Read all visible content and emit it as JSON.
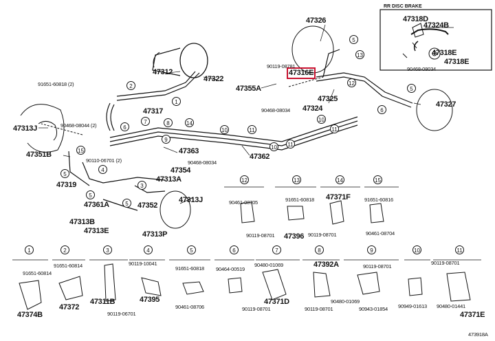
{
  "accent_color": "#c8102e",
  "inset_title": "RR DISC BRAKE",
  "catalog_code": "473918A",
  "highlighted_part": "47316E",
  "labels": [
    {
      "id": "p47326",
      "text": "47326",
      "style": "b"
    },
    {
      "id": "p47318d",
      "text": "47318D",
      "style": "b"
    },
    {
      "id": "p47324b",
      "text": "47324B",
      "style": "b"
    },
    {
      "id": "p47318e1",
      "text": "47318E",
      "style": "b"
    },
    {
      "id": "p47318e2",
      "text": "47318E",
      "style": "b"
    },
    {
      "id": "p90468_08034a",
      "text": "90468-08034",
      "style": "s"
    },
    {
      "id": "p47312",
      "text": "47312",
      "style": "b"
    },
    {
      "id": "p47322",
      "text": "47322",
      "style": "b"
    },
    {
      "id": "p90119_08781a",
      "text": "90119-08781",
      "style": "s"
    },
    {
      "id": "p47316e",
      "text": "47316E",
      "style": "b"
    },
    {
      "id": "p47355a",
      "text": "47355A",
      "style": "b"
    },
    {
      "id": "p47325",
      "text": "47325",
      "style": "b"
    },
    {
      "id": "p90468_08034b",
      "text": "90468-08034",
      "style": "s"
    },
    {
      "id": "p47324",
      "text": "47324",
      "style": "b"
    },
    {
      "id": "p47327",
      "text": "47327",
      "style": "b"
    },
    {
      "id": "p91651_60818a",
      "text": "91651-60818 (2)",
      "style": "s"
    },
    {
      "id": "p47317",
      "text": "47317",
      "style": "b"
    },
    {
      "id": "p47313j_l",
      "text": "47313J",
      "style": "b"
    },
    {
      "id": "p90468_08044",
      "text": "90468-08044 (2)",
      "style": "s"
    },
    {
      "id": "p47351b",
      "text": "47351B",
      "style": "b"
    },
    {
      "id": "p47363",
      "text": "47363",
      "style": "b"
    },
    {
      "id": "p90110_06701",
      "text": "90110-06701 (2)",
      "style": "s"
    },
    {
      "id": "p90468_08034c",
      "text": "90468-08034",
      "style": "s"
    },
    {
      "id": "p47354",
      "text": "47354",
      "style": "b"
    },
    {
      "id": "p47362",
      "text": "47362",
      "style": "b"
    },
    {
      "id": "p47319",
      "text": "47319",
      "style": "b"
    },
    {
      "id": "p47313a",
      "text": "47313A",
      "style": "b"
    },
    {
      "id": "p47361a",
      "text": "47361A",
      "style": "b"
    },
    {
      "id": "p47352",
      "text": "47352",
      "style": "b"
    },
    {
      "id": "p47313j_r",
      "text": "47313J",
      "style": "b"
    },
    {
      "id": "p47313b",
      "text": "47313B",
      "style": "b"
    },
    {
      "id": "p47313e",
      "text": "47313E",
      "style": "b"
    },
    {
      "id": "p47313p",
      "text": "47313P",
      "style": "b"
    },
    {
      "id": "p90461_08705",
      "text": "90461-08705",
      "style": "s"
    },
    {
      "id": "p90119_08701a",
      "text": "90119-08701",
      "style": "s"
    },
    {
      "id": "p91651_60818b",
      "text": "91651-60818",
      "style": "s"
    },
    {
      "id": "p47396",
      "text": "47396",
      "style": "b"
    },
    {
      "id": "p47371f",
      "text": "47371F",
      "style": "b"
    },
    {
      "id": "p90119_08701b",
      "text": "90119-08701",
      "style": "s"
    },
    {
      "id": "p91651_60816",
      "text": "91651-60816",
      "style": "s"
    },
    {
      "id": "p90461_08704",
      "text": "90461-08704",
      "style": "s"
    },
    {
      "id": "p91651_60814",
      "text": "91651-60814",
      "style": "s"
    },
    {
      "id": "p47374b",
      "text": "47374B",
      "style": "b"
    },
    {
      "id": "p91651_60814b",
      "text": "91651-60814",
      "style": "s"
    },
    {
      "id": "p47372",
      "text": "47372",
      "style": "b"
    },
    {
      "id": "p47311b",
      "text": "47311B",
      "style": "b"
    },
    {
      "id": "p90119_06701",
      "text": "90119-06701",
      "style": "s"
    },
    {
      "id": "p90119_10041",
      "text": "90119-10041",
      "style": "s"
    },
    {
      "id": "p47395",
      "text": "47395",
      "style": "b"
    },
    {
      "id": "p91651_60818c",
      "text": "91651-60818",
      "style": "s"
    },
    {
      "id": "p90461_08706",
      "text": "90461-08706",
      "style": "s"
    },
    {
      "id": "p90464_00519",
      "text": "90464-00519",
      "style": "s"
    },
    {
      "id": "p90480_01069a",
      "text": "90480-01069",
      "style": "s"
    },
    {
      "id": "p47371d",
      "text": "47371D",
      "style": "b"
    },
    {
      "id": "p90119_08701c",
      "text": "90119-08701",
      "style": "s"
    },
    {
      "id": "p47392a",
      "text": "47392A",
      "style": "b"
    },
    {
      "id": "p90119_08701d",
      "text": "90119-08701",
      "style": "s"
    },
    {
      "id": "p90119_08701e",
      "text": "90119-08701",
      "style": "s"
    },
    {
      "id": "p90480_01069b",
      "text": "90480-01069",
      "style": "s"
    },
    {
      "id": "p90943_01854",
      "text": "90943-01854",
      "style": "s"
    },
    {
      "id": "p90119_08701f",
      "text": "90119-08701",
      "style": "s"
    },
    {
      "id": "p90949_01613",
      "text": "90949-01613",
      "style": "s"
    },
    {
      "id": "p90480_01441",
      "text": "90480-01441",
      "style": "s"
    },
    {
      "id": "p47371e",
      "text": "47371E",
      "style": "b"
    }
  ],
  "callouts": [
    "1",
    "2",
    "3",
    "4",
    "5",
    "6",
    "7",
    "8",
    "9",
    "10",
    "11",
    "12",
    "13",
    "14",
    "15"
  ]
}
